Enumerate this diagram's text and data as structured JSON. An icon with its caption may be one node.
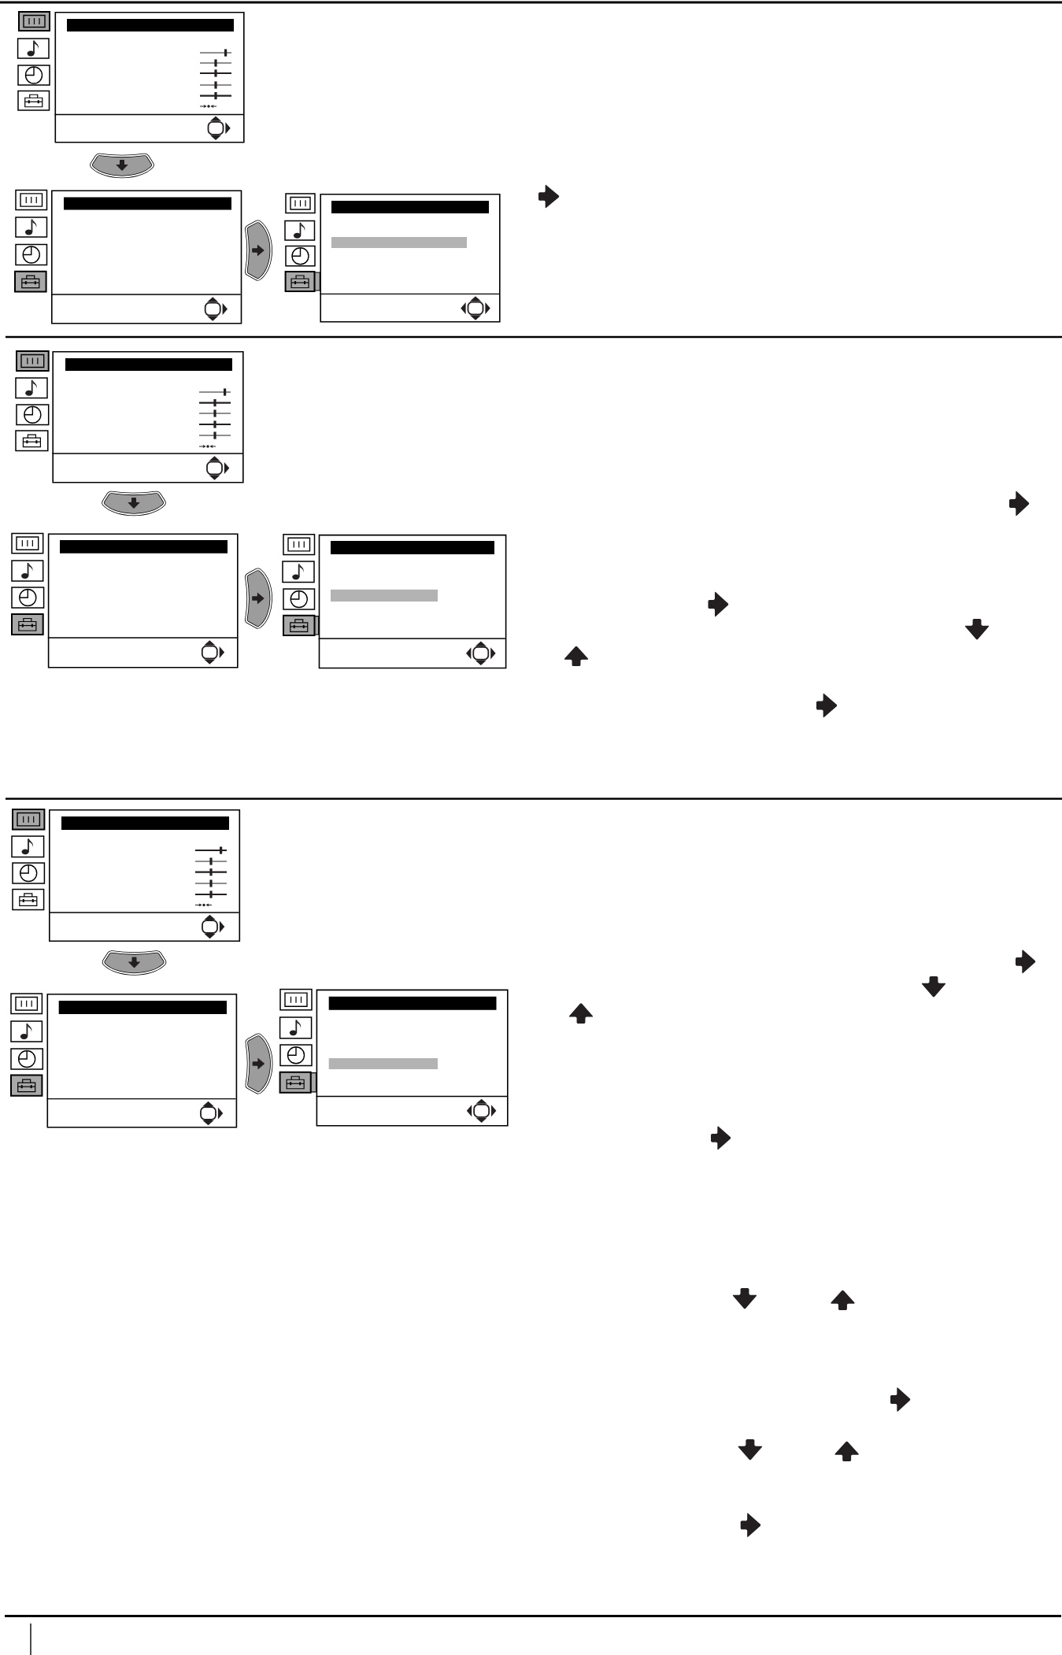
{
  "diagram": {
    "nodes": [
      {
        "text": [],
        "shape": "box"
      },
      {
        "text": [],
        "shape": "button"
      },
      {
        "text": [],
        "shape": "box"
      },
      {
        "text": [],
        "shape": "button"
      },
      {
        "text": [],
        "shape": "box"
      },
      {
        "text": [],
        "shape": "box"
      },
      {
        "text": [],
        "shape": "button"
      },
      {
        "text": [],
        "shape": "box"
      },
      {
        "text": [],
        "shape": "button"
      },
      {
        "text": [],
        "shape": "box"
      },
      {
        "text": [],
        "shape": "box"
      },
      {
        "text": [],
        "shape": "button"
      },
      {
        "text": [],
        "shape": "box"
      },
      {
        "text": [],
        "shape": "button"
      },
      {
        "text": [],
        "shape": "box"
      }
    ]
  }
}
